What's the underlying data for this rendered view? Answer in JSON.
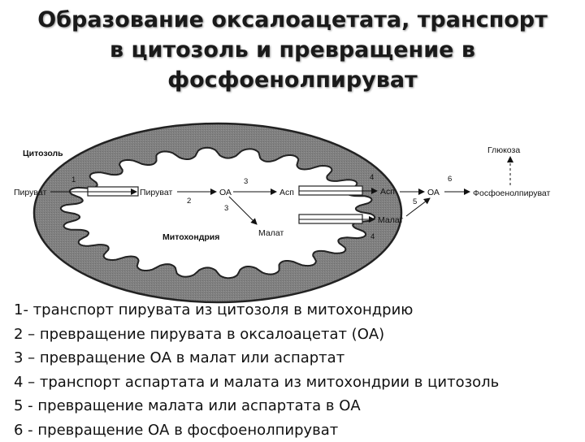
{
  "title": {
    "line1": "Образование оксалоацетата, транспорт",
    "line2": "в цитозоль и превращение в",
    "line3": "фосфоенолпируват"
  },
  "diagram": {
    "cytosol_label": "Цитозоль",
    "mitochondria_label": "Митохондрия",
    "nodes": {
      "pyruvate_cyto": "Пируват",
      "pyruvate_mito": "Пируват",
      "oa_mito": "ОА",
      "asp_mito": "Асп",
      "malate_mito": "Малат",
      "asp_cyto": "Асп",
      "oa_cyto": "ОА",
      "malate_cyto": "Малат",
      "pep": "Фосфоенолпируват",
      "glucose": "Глюкоза"
    },
    "step_numbers": {
      "n1": "1",
      "n2": "2",
      "n3a": "3",
      "n3b": "3",
      "n4a": "4",
      "n4b": "4",
      "n5": "5",
      "n6": "6"
    }
  },
  "legend": [
    "1- транспорт пирувата из цитозоля в митохондрию",
    "2 – превращение пирувата в оксалоацетат (ОА)",
    "3 – превращение ОА в малат или аспартат",
    "4 – транспорт аспартата и малата из митохондрии в цитозоль",
    "5 - превращение малата или аспартата  в ОА",
    "6 -  превращение ОА в фосфоенолпируват"
  ],
  "colors": {
    "membrane_gray": "#7f7f7f",
    "matrix_white": "#ffffff",
    "ink": "#111111"
  }
}
